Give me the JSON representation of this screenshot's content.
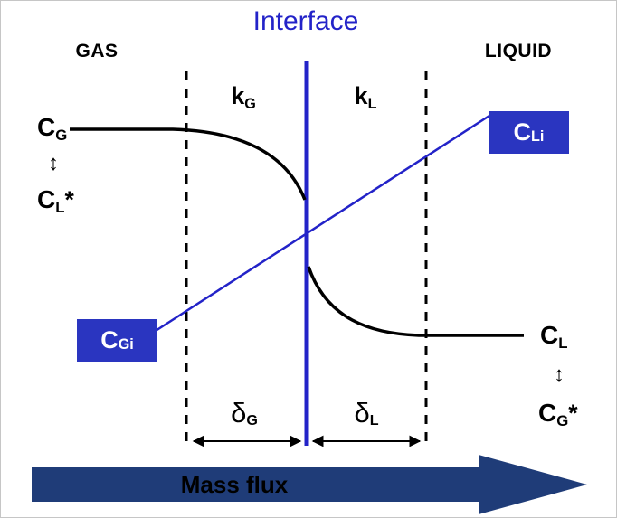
{
  "colors": {
    "blue_line": "#2323c8",
    "box_fill": "#2a35c0",
    "box_text": "#ffffff",
    "arrow_fill": "#1f3c78",
    "ink": "#000000"
  },
  "title": {
    "interface": "Interface"
  },
  "regions": {
    "gas": "GAS",
    "liquid": "LIQUID"
  },
  "coefficients": {
    "kg": {
      "main": "k",
      "sub": "G"
    },
    "kl": {
      "main": "k",
      "sub": "L"
    }
  },
  "concentrations": {
    "cg": {
      "main": "C",
      "sub": "G"
    },
    "cl_star": {
      "main": "C",
      "sub": "L",
      "star": "*"
    },
    "cl": {
      "main": "C",
      "sub": "L"
    },
    "cg_star": {
      "main": "C",
      "sub": "G",
      "star": "*"
    },
    "cgi": {
      "main": "C",
      "sub": "Gi"
    },
    "cli": {
      "main": "C",
      "sub": "Li"
    }
  },
  "equilibrium_arrows": {
    "left": "↕",
    "right": "↕"
  },
  "film_thickness": {
    "delta_g": {
      "main": "δ",
      "sub": "G"
    },
    "delta_l": {
      "main": "δ",
      "sub": "L"
    }
  },
  "mass_flux": {
    "label": "Mass flux"
  }
}
